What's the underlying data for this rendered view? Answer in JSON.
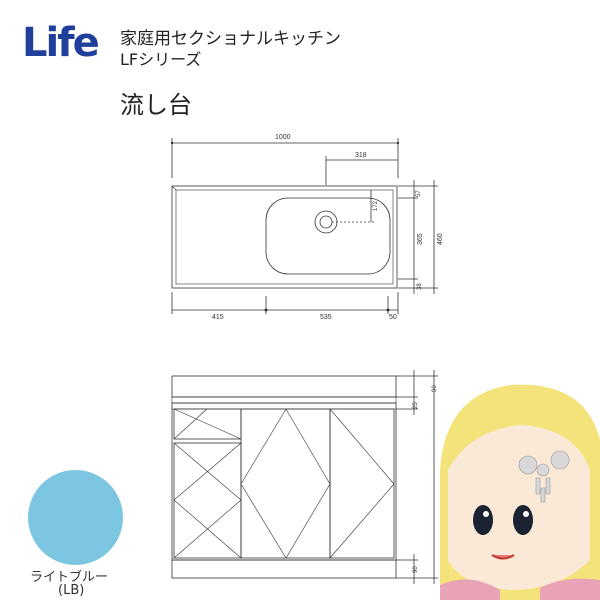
{
  "brand": {
    "logo": "Life"
  },
  "header": {
    "series_title": "家庭用セクショナルキッチン",
    "series_name": "LFシリーズ",
    "product_name": "流し台"
  },
  "top_view": {
    "width": "1000",
    "sink_offset": "318",
    "drain_offset": "172",
    "depth": "460",
    "back_lip": "57",
    "inner_depth": "365",
    "front_lip": "38",
    "left_width": "415",
    "sink_width": "535",
    "right_edge": "50"
  },
  "front_view": {
    "top_height": "90",
    "drawer_gap": "25",
    "base_height": "90"
  },
  "color_option": {
    "name": "ライトブルー",
    "code": "(LB)",
    "swatch_color": "#7dc6e2"
  }
}
